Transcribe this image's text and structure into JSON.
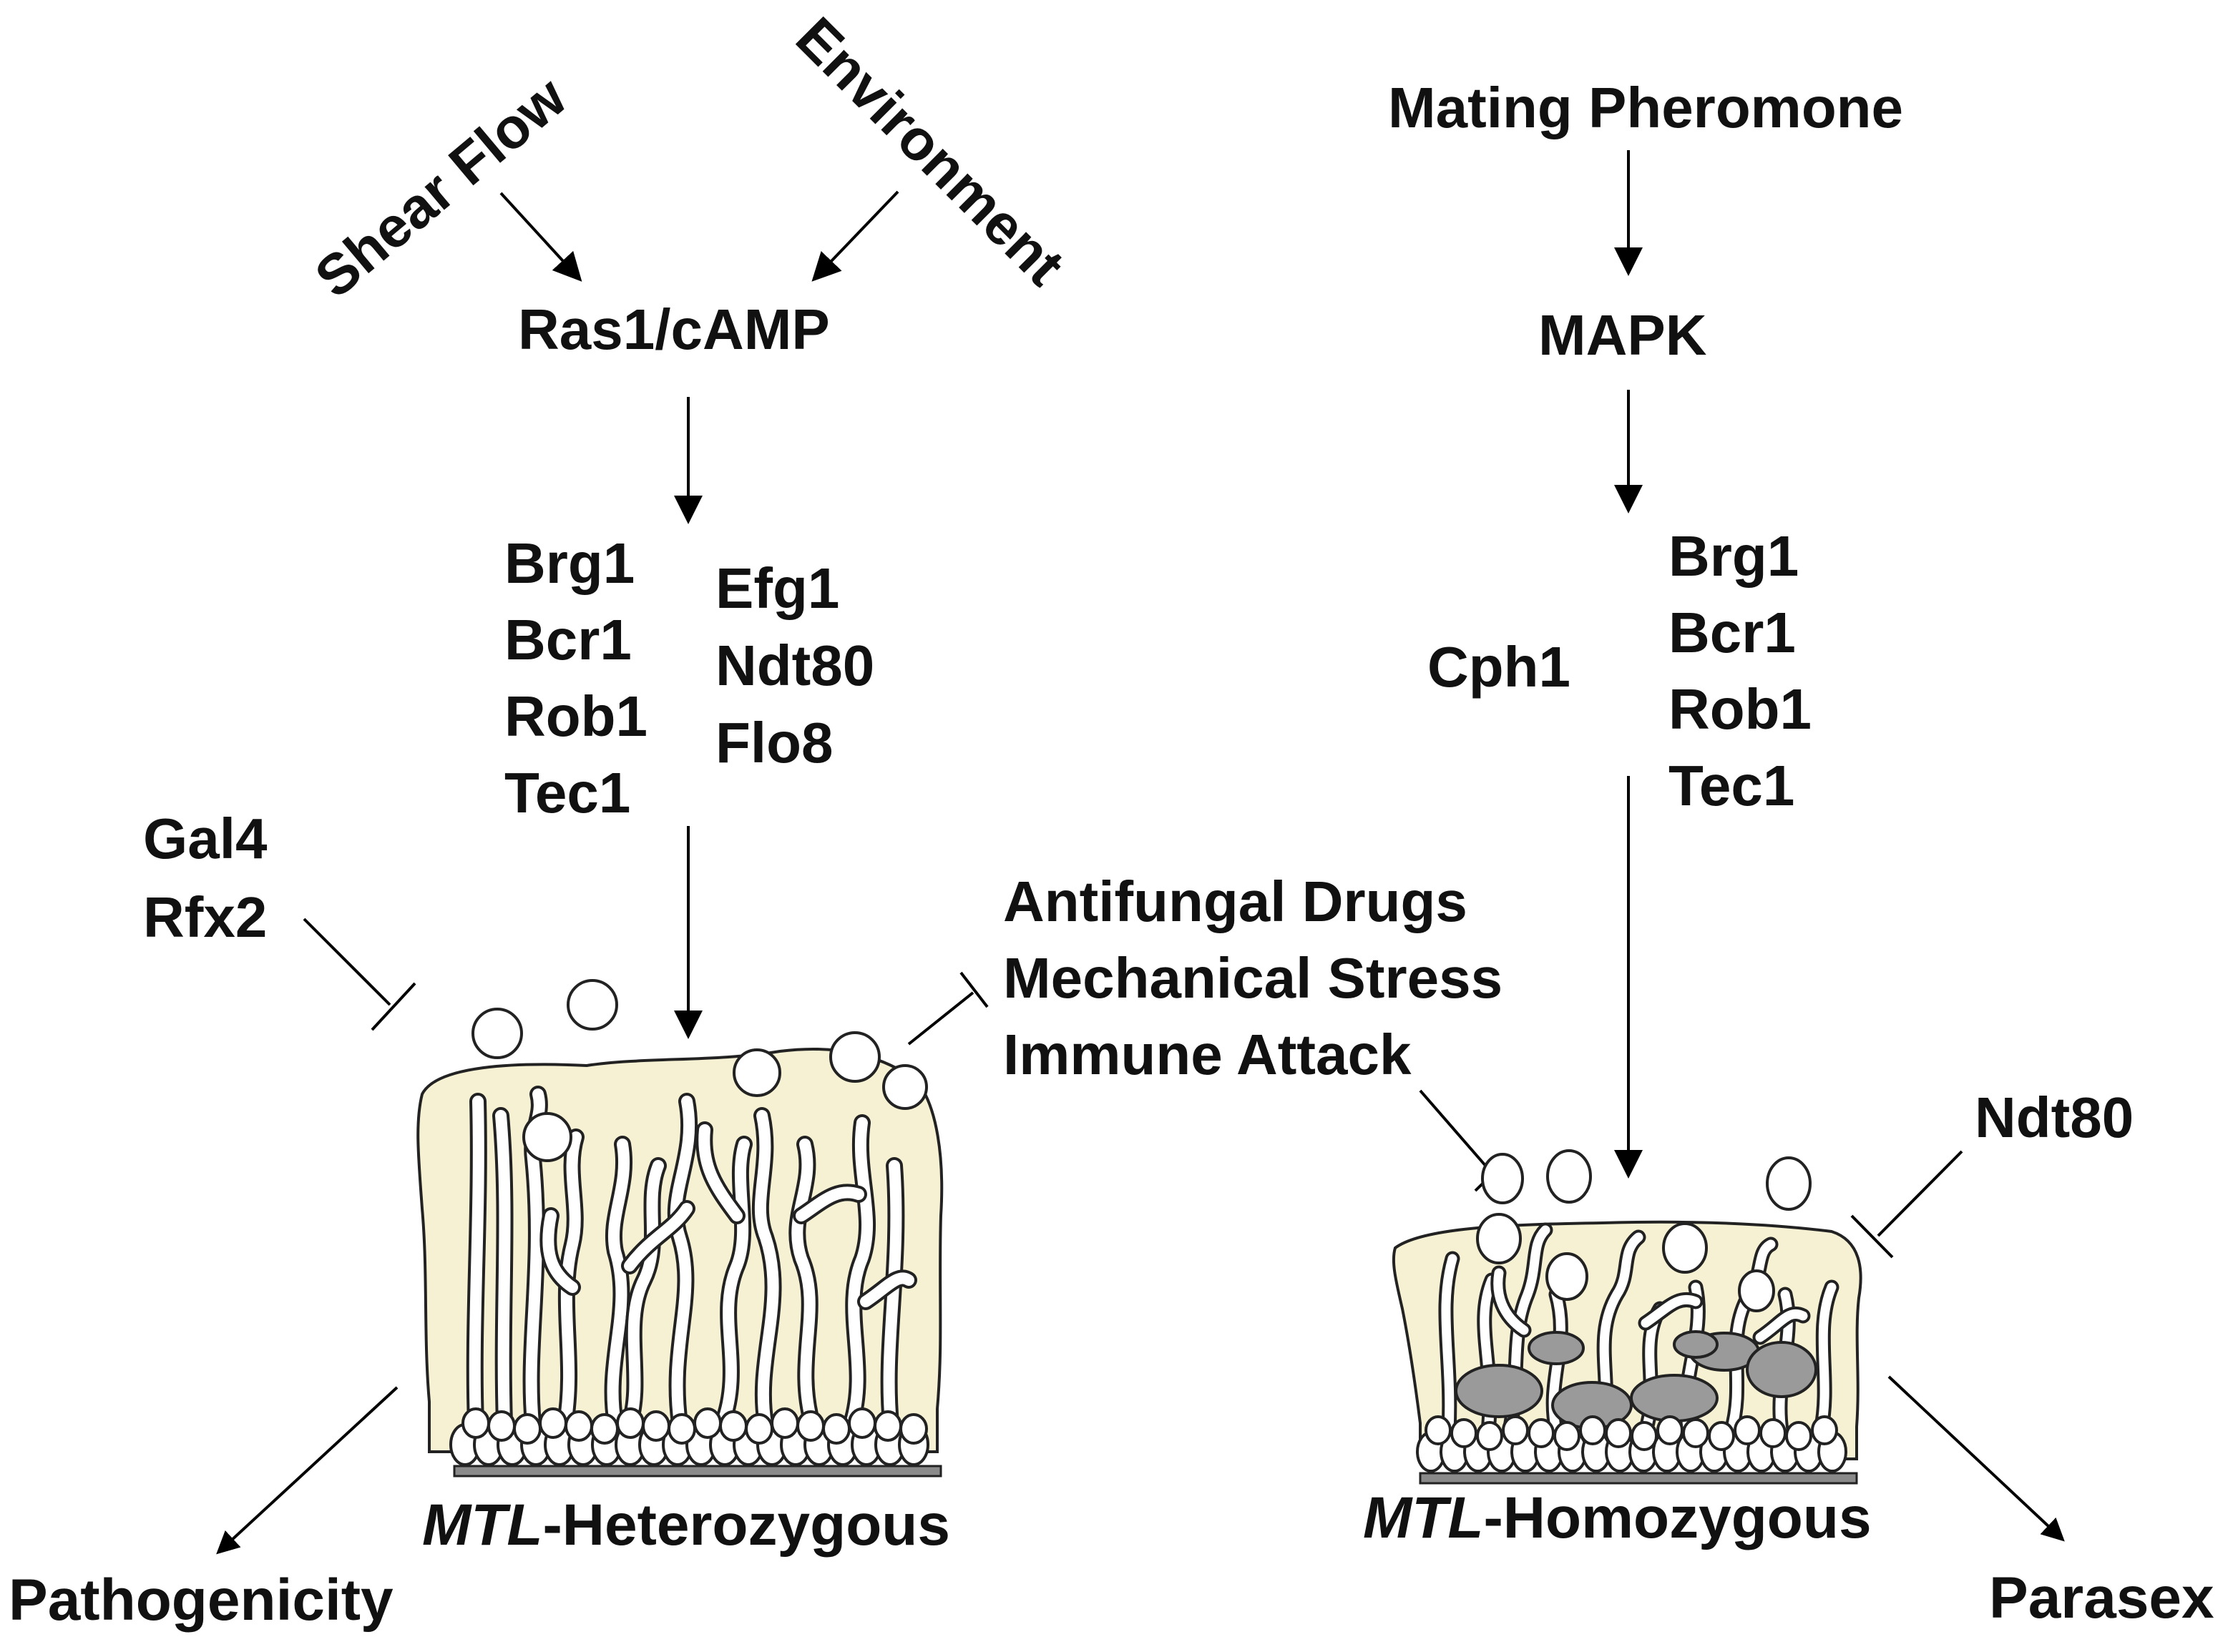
{
  "left_pathway": {
    "inputs": [
      "Shear Flow",
      "Environment"
    ],
    "signal": "Ras1/cAMP",
    "regulators_col1": [
      "Brg1",
      "Bcr1",
      "Rob1",
      "Tec1"
    ],
    "regulators_col2": [
      "Efg1",
      "Ndt80",
      "Flo8"
    ],
    "inhibitors": [
      "Gal4",
      "Rfx2"
    ],
    "biofilm_label_italic": "MTL",
    "biofilm_label_rest": "-Heterozygous",
    "outcome": "Pathogenicity"
  },
  "stressors": [
    "Antifungal Drugs",
    "Mechanical Stress",
    "Immune Attack"
  ],
  "right_pathway": {
    "input": "Mating Pheromone",
    "signal": "MAPK",
    "regulator_side": "Cph1",
    "regulators": [
      "Brg1",
      "Bcr1",
      "Rob1",
      "Tec1"
    ],
    "inhibitor": "Ndt80",
    "biofilm_label_italic": "MTL",
    "biofilm_label_rest": "-Homozygous",
    "outcome": "Parasex"
  },
  "colors": {
    "matrix_fill": "#f5f1d2",
    "cell_fill": "#ffffff",
    "dark_cell_fill": "#9a9a9a",
    "substrate": "#8a8a8a",
    "line": "#000000"
  }
}
